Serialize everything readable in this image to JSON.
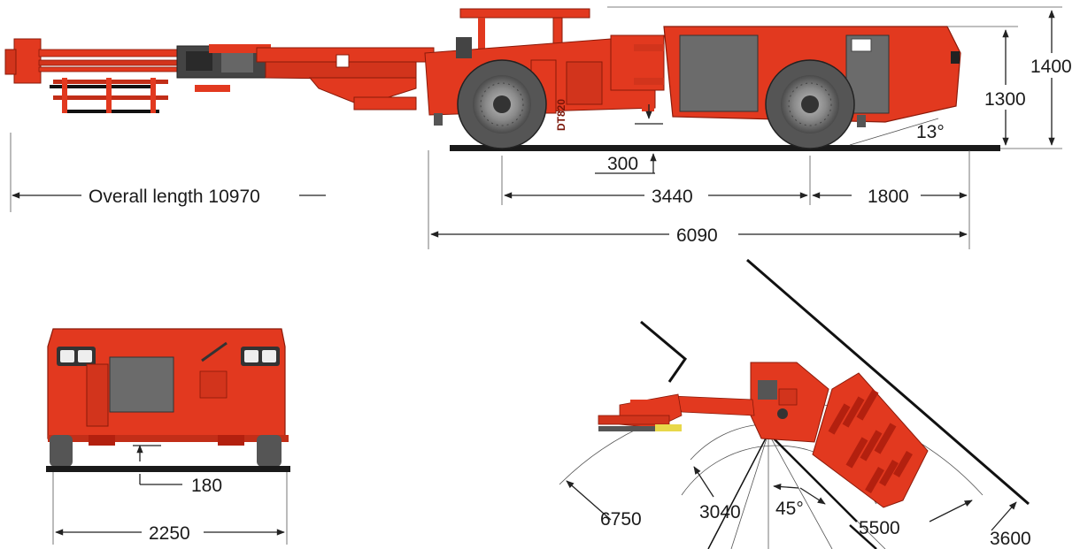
{
  "side_view": {
    "overall_length": "Overall length 10970",
    "height_max": "1400",
    "height_cab": "1300",
    "angle_rear": "13°",
    "clearance": "300",
    "wheelbase": "3440",
    "rear_overhang": "1800",
    "carrier_length": "6090",
    "model_badge": "DT820"
  },
  "front_view": {
    "ground_clearance": "180",
    "width": "2250"
  },
  "turning_view": {
    "radius_outer": "6750",
    "radius_inner": "3040",
    "angle": "45°",
    "radius_mid": "5500",
    "radius_rear": "3600"
  },
  "colors": {
    "body_red": "#e2391f",
    "dark_red": "#b3200f",
    "panel_gray": "#6b6b6b",
    "tire_gray": "#555555"
  }
}
